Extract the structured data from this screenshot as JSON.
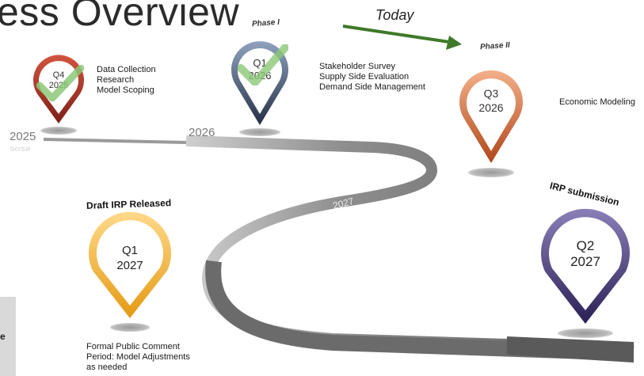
{
  "title": "ess Overview",
  "years": {
    "y2025": "2025",
    "y2025_ghost": "2025",
    "y2026": "2026",
    "y2026_ghost": "2026",
    "y2027": "2027"
  },
  "today": {
    "label": "Today",
    "arrow_color": "#3f7a2a"
  },
  "pins": [
    {
      "id": "q4-2025",
      "quarter": "Q4",
      "year": "2025",
      "color": "#b03a2e",
      "completed": true,
      "notes": [
        "Data Collection",
        "Research",
        "Model Scoping"
      ]
    },
    {
      "id": "q1-2026",
      "phase": "Phase I",
      "quarter": "Q1",
      "year": "2026",
      "color": "#4a5a7a",
      "completed": true,
      "notes": [
        "Stakeholder Survey",
        "Supply Side Evaluation",
        "Demand Side Management"
      ]
    },
    {
      "id": "q3-2026",
      "phase": "Phase II",
      "quarter": "Q3",
      "year": "2026",
      "color": "#d9692a",
      "completed": false,
      "notes": [
        "Economic Modeling"
      ]
    },
    {
      "id": "q1-2027",
      "heading": "Draft IRP Released",
      "quarter": "Q1",
      "year": "2027",
      "color": "#f0b030",
      "completed": false,
      "notes": [
        "Formal Public Comment",
        "Period: Model Adjustments",
        "as needed"
      ]
    },
    {
      "id": "q2-2027",
      "heading": "IRP submission",
      "quarter": "Q2",
      "year": "2027",
      "color": "#4a3a78",
      "completed": false,
      "notes": []
    }
  ],
  "side_box": {
    "text": "e"
  },
  "colors": {
    "road": "#8a8a8a",
    "check": "#8cc878"
  }
}
